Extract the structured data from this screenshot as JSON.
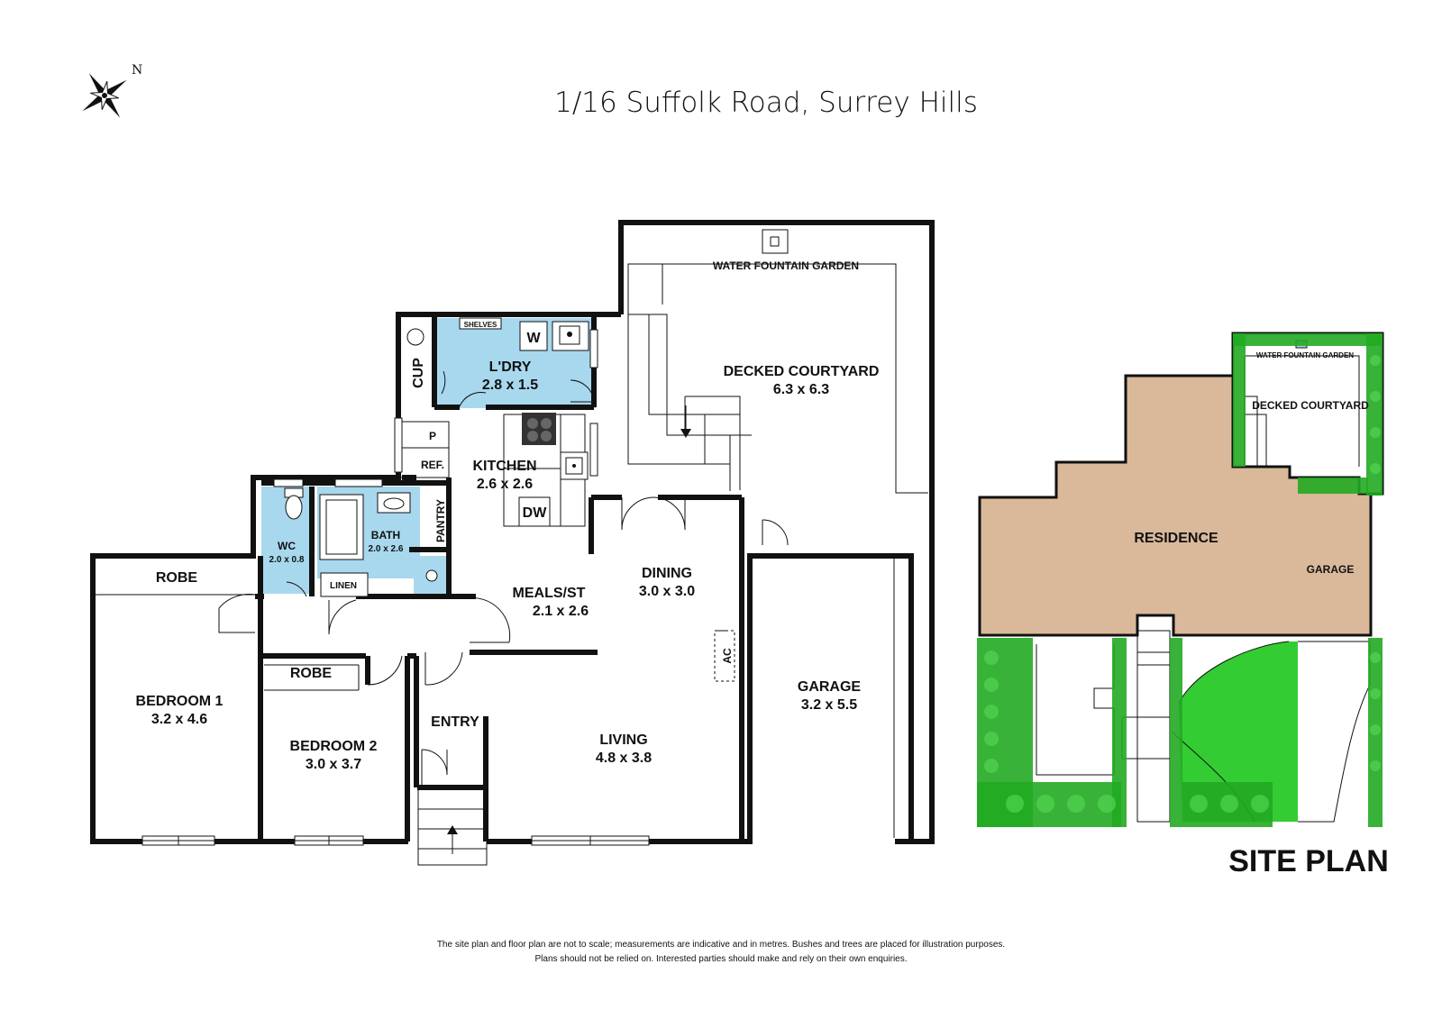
{
  "title": "1/16 Suffolk Road, Surrey Hills",
  "compass": {
    "north_label": "N"
  },
  "floor_plan": {
    "rooms": [
      {
        "key": "robe1",
        "name": "ROBE"
      },
      {
        "key": "bedroom1",
        "name": "BEDROOM 1",
        "size": "3.2 x 4.6"
      },
      {
        "key": "bedroom2",
        "name": "BEDROOM 2",
        "size": "3.0 x 3.7"
      },
      {
        "key": "robe2",
        "name": "ROBE"
      },
      {
        "key": "wc",
        "name": "WC",
        "size": "2.0 x 0.8"
      },
      {
        "key": "bath",
        "name": "BATH",
        "size": "2.0 x 2.6"
      },
      {
        "key": "linen",
        "name": "LINEN"
      },
      {
        "key": "pantry",
        "name": "PANTRY"
      },
      {
        "key": "laundry",
        "name": "L'DRY",
        "size": "2.8 x 1.5"
      },
      {
        "key": "cup",
        "name": "CUP"
      },
      {
        "key": "kitchen",
        "name": "KITCHEN",
        "size": "2.6 x 2.6"
      },
      {
        "key": "meals",
        "name": "MEALS/ST",
        "size": "2.1 x 2.6"
      },
      {
        "key": "dining",
        "name": "DINING",
        "size": "3.0 x 3.0"
      },
      {
        "key": "living",
        "name": "LIVING",
        "size": "4.8 x 3.8"
      },
      {
        "key": "entry",
        "name": "ENTRY"
      },
      {
        "key": "garage",
        "name": "GARAGE",
        "size": "3.2 x 5.5"
      },
      {
        "key": "courtyard",
        "name": "DECKED COURTYARD",
        "size": "6.3 x 6.3"
      },
      {
        "key": "fountain",
        "name": "WATER FOUNTAIN GARDEN"
      }
    ],
    "fixtures": {
      "shelves": "SHELVES",
      "washer": "W",
      "pantry_p": "P",
      "fridge": "REF.",
      "dishwasher": "DW",
      "aircon": "AC"
    }
  },
  "site_plan": {
    "heading": "SITE PLAN",
    "labels": {
      "fountain": "WATER FOUNTAIN GARDEN",
      "courtyard": "DECKED COURTYARD",
      "residence": "RESIDENCE",
      "garage": "GARAGE"
    },
    "colors": {
      "residence": "#d9b99a",
      "lawn": "#33cc33",
      "tree": "#22aa22"
    }
  },
  "footer": {
    "line1": "The site plan and floor plan are not to scale; measurements are indicative and in metres. Bushes and trees are placed for illustration purposes.",
    "line2": "Plans should not be relied on. Interested parties should make and rely on their own enquiries."
  },
  "colors": {
    "wet_area": "#a8d8ee",
    "wall": "#111111"
  }
}
